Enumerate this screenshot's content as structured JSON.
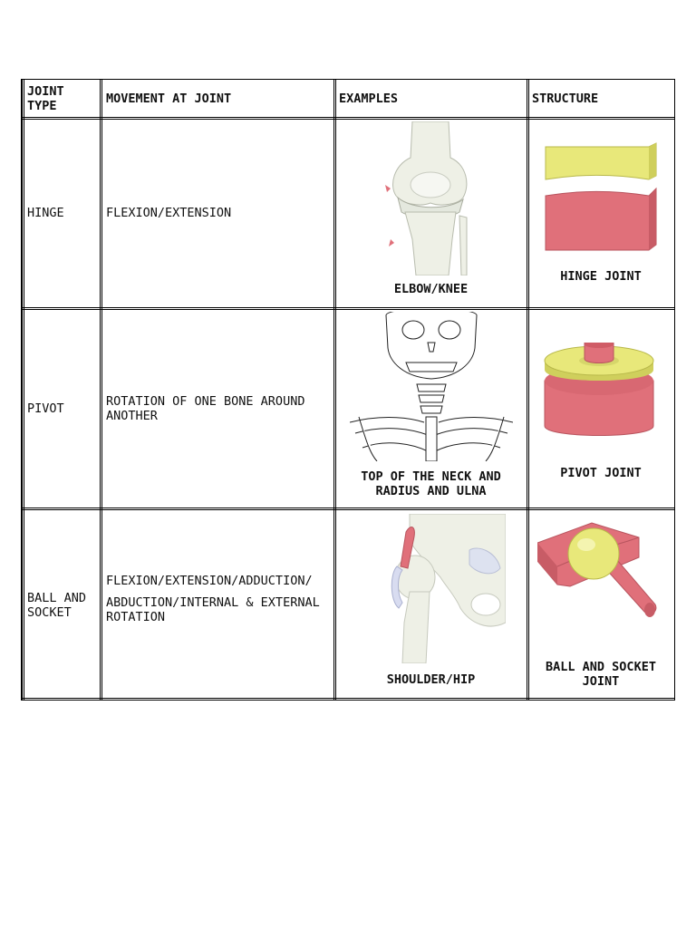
{
  "table": {
    "headers": [
      "JOINT TYPE",
      "MOVEMENT AT JOINT",
      "EXAMPLES",
      "STRUCTURE"
    ],
    "rows": [
      {
        "joint_type": "HINGE",
        "movement": [
          "FLEXION/EXTENSION"
        ],
        "example_caption": "ELBOW/KNEE",
        "structure_caption": "HINGE JOINT"
      },
      {
        "joint_type": "PIVOT",
        "movement": [
          "ROTATION OF ONE BONE AROUND ANOTHER"
        ],
        "example_caption": "TOP OF THE NECK AND RADIUS AND ULNA",
        "structure_caption": "PIVOT JOINT"
      },
      {
        "joint_type": "BALL AND SOCKET",
        "movement": [
          "FLEXION/EXTENSION/ADDUCTION/",
          "ABDUCTION/INTERNAL & EXTERNAL ROTATION"
        ],
        "example_caption": "SHOULDER/HIP",
        "structure_caption": "BALL AND SOCKET JOINT"
      }
    ]
  },
  "colors": {
    "yellow": "#e8e87a",
    "red": "#e0707a",
    "bone": "#eef0e6"
  },
  "icons": [
    "knee-joint-illustration",
    "hinge-joint-model",
    "skull-neck-illustration",
    "pivot-joint-model",
    "hip-joint-illustration",
    "ball-socket-joint-model"
  ]
}
